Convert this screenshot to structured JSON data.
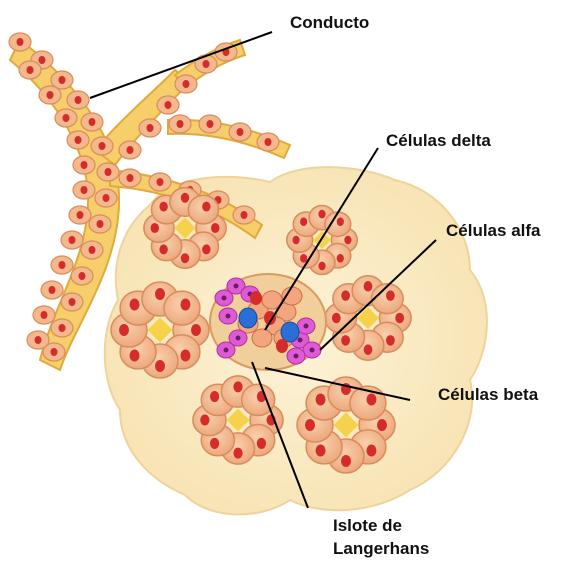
{
  "labels": {
    "conducto": "Conducto",
    "celulas_delta": "Células delta",
    "celulas_alfa": "Células alfa",
    "celulas_beta": "Células beta",
    "islote_line1": "Islote de",
    "islote_line2": "Langerhans"
  },
  "colors": {
    "duct": "#f2c25a",
    "duct_dark": "#d9a63a",
    "tissue": "#fbeec9",
    "acinar_cell": "#f3b98c",
    "acinar_outline": "#d98b5c",
    "nucleus": "#d62b2b",
    "lumen": "#f5d24a",
    "alpha_cell": "#e05ad6",
    "delta_cell": "#2a6fd6",
    "beta_cell": "#f3a57e",
    "leader_line": "#000000"
  }
}
